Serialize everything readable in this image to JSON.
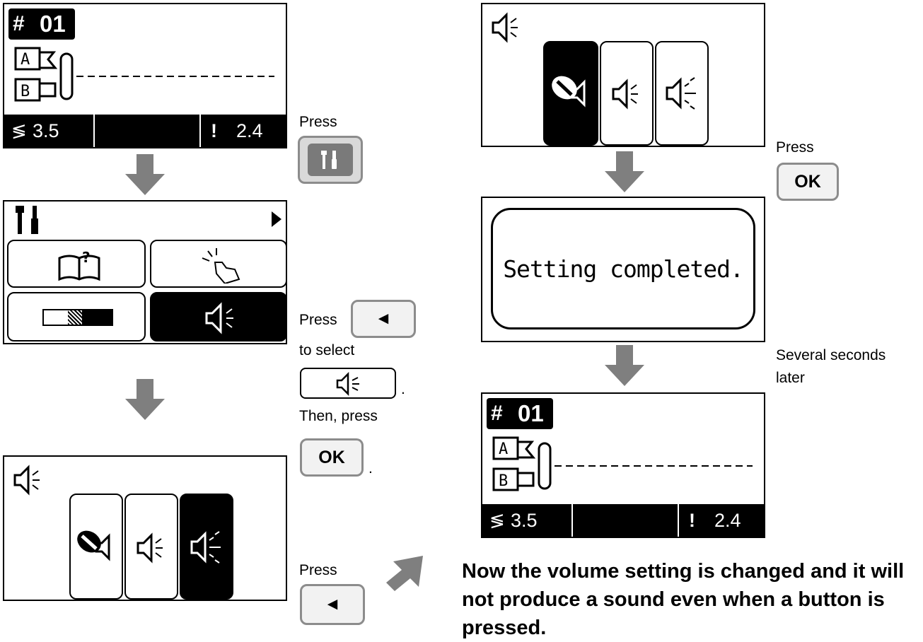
{
  "screens": {
    "stitch": {
      "pattern_number": "01",
      "width_value": "3.5",
      "length_value": "2.4",
      "foot_label": "A",
      "foot_label_b": "B",
      "grid_icon": "grid-icon",
      "width_icon": "stitch-width-icon",
      "length_icon": "stitch-length-icon"
    },
    "settings": {
      "wrench_icon": "wrench-screwdriver-icon",
      "tiles": [
        "help-book-icon",
        "touch-panel-icon",
        "brightness-icon",
        "speaker-icon"
      ]
    },
    "volume_left": {
      "speaker_icon": "speaker-icon",
      "options": [
        "mute",
        "low",
        "high"
      ],
      "selected": "high"
    },
    "volume_right": {
      "speaker_icon": "speaker-icon",
      "options": [
        "mute",
        "low",
        "high"
      ],
      "selected": "mute"
    },
    "message": {
      "text": "Setting completed."
    }
  },
  "instructions": {
    "press_1": "Press",
    "press_2": "Press",
    "to_select": "to select",
    "period_1": ".",
    "then_press": "Then, press",
    "period_2": ".",
    "press_3": "Press",
    "press_4": "Press",
    "several_seconds": "Several seconds",
    "later": "later"
  },
  "buttons": {
    "ok_1": "OK",
    "ok_2": "OK",
    "left_glyph": "◄",
    "left_glyph_2": "◄"
  },
  "bottom_text": "Now the volume setting is changed and it will not produce a sound even when a button is pressed.",
  "colors": {
    "arrow": "#7f7f7f",
    "key_border": "#8c8c8c",
    "key_fill": "#f2f2f2",
    "key_dark": "#7a7a7a"
  }
}
